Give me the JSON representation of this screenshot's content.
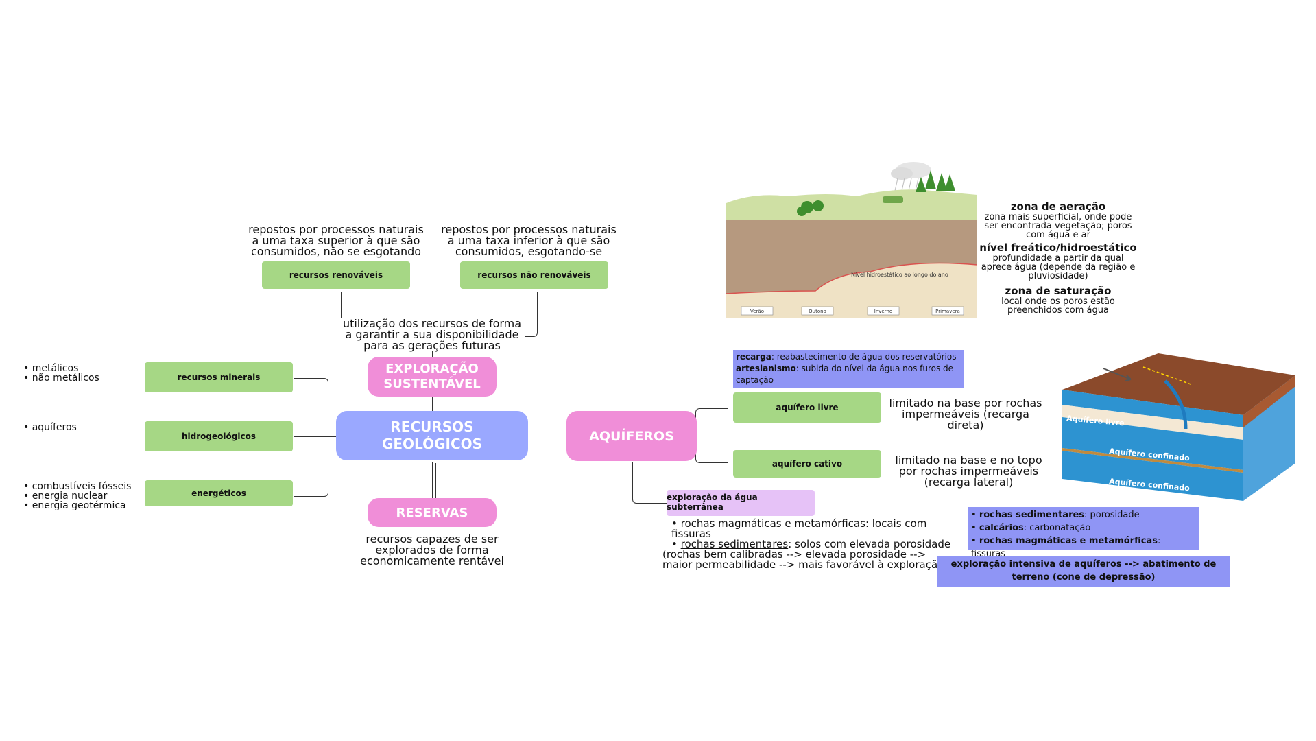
{
  "center": {
    "title": "RECURSOS GEOLÓGICOS"
  },
  "exploracao": {
    "title": "EXPLORAÇÃO SUSTENTÁVEL",
    "desc": "utilização dos recursos de forma a garantir a sua disponibilidade para as gerações futuras",
    "renovaveis_label": "recursos renováveis",
    "renovaveis_desc": "repostos por processos naturais a uma taxa superior à que são consumidos, não se esgotando",
    "nao_renovaveis_label": "recursos não renováveis",
    "nao_renovaveis_desc": "repostos por processos naturais a uma taxa inferior à que são consumidos, esgotando-se"
  },
  "reservas": {
    "title": "RESERVAS",
    "desc": "recursos capazes de ser explorados de forma economicamente rentável"
  },
  "tipos": [
    {
      "label": "recursos minerais",
      "items": [
        "metálicos",
        "não metálicos"
      ]
    },
    {
      "label": "hidrogeológicos",
      "items": [
        "aquíferos"
      ]
    },
    {
      "label": "energéticos",
      "items": [
        "combustíveis fósseis",
        "energia nuclear",
        "energia geotérmica"
      ]
    }
  ],
  "aquiferos": {
    "title": "AQUÍFEROS",
    "recarga_term": "recarga",
    "recarga_desc": ": reabastecimento de água dos reservatórios",
    "artesianismo_term": "artesianismo",
    "artesianismo_desc": ": subida do nível da água nos furos de captação",
    "livre_label": "aquífero livre",
    "livre_desc": "limitado na base por rochas impermeáveis (recarga direta)",
    "cativo_label": "aquífero cativo",
    "cativo_desc": "limitado na base e no topo por rochas impermeáveis (recarga lateral)",
    "exploracao_label": "exploração da água subterrânea",
    "rochas_magmaticas_link": "rochas magmáticas e metamórficas",
    "rochas_magmaticas_desc": ": locais com fissuras",
    "rochas_sedimentares_link": "rochas sedimentares",
    "rochas_sedimentares_desc": ": solos com elevada porosidade",
    "note": "(rochas bem calibradas --> elevada porosidade --> maior permeabilidade --> mais favorável à exploração)",
    "porosidade": [
      {
        "term": "rochas sedimentares",
        "desc": ": porosidade"
      },
      {
        "term": "calcários",
        "desc": ": carbonatação"
      },
      {
        "term": "rochas magmáticas e metamórficas",
        "desc": ": fissuras"
      }
    ],
    "abatimento": "exploração intensiva de aquíferos --> abatimento de terreno (cone de depressão)"
  },
  "zonas": [
    {
      "title": "zona de aeração",
      "desc": "zona mais superficial, onde pode ser encontrada vegetação; poros com água e ar"
    },
    {
      "title": "nível freático/hidroestático",
      "desc": "profundidade a partir da qual aprece água (depende da região e pluviosidade)"
    },
    {
      "title": "zona de saturação",
      "desc": "local onde os poros estão preenchidos com água"
    }
  ],
  "illustration1": {
    "nivel_label": "Nível hidroestático ao longo do ano",
    "seasons": [
      "Verão",
      "Outono",
      "Inverno",
      "Primavera"
    ]
  },
  "illustration2": {
    "layers": [
      "Aquífero livre",
      "Aquífero confinado",
      "Aquífero confinado"
    ]
  },
  "colors": {
    "green_box": "#a6d785",
    "pink_pill": "#f08ed8",
    "blue_pill": "#9aa8ff",
    "lilac_box": "#e6c2f7",
    "indigo_box": "#8f95f5"
  }
}
